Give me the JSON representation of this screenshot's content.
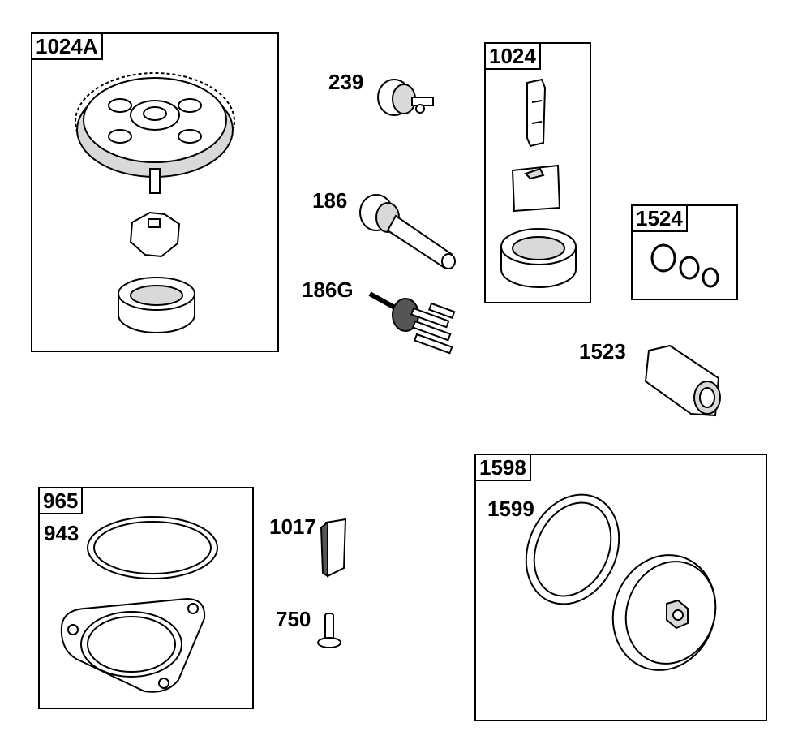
{
  "colors": {
    "line": "#000000",
    "fill": "#ffffff",
    "shade": "#d9d9d9",
    "dark": "#555555"
  },
  "groups": {
    "g1024a": {
      "label": "1024A"
    },
    "g1024": {
      "label": "1024"
    },
    "g1524": {
      "label": "1524"
    },
    "g1598": {
      "label": "1598"
    },
    "g965": {
      "label": "965"
    }
  },
  "callouts": {
    "c239": "239",
    "c186": "186",
    "c186g": "186G",
    "c1523": "1523",
    "c1599": "1599",
    "c943": "943",
    "c1017": "1017",
    "c750": "750"
  }
}
